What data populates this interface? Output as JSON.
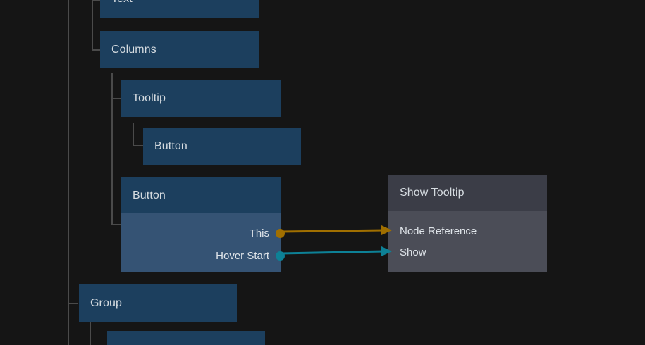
{
  "canvas": {
    "background": "#151515",
    "tree_line_color": "#4a4a4a"
  },
  "palette": {
    "blue_header": "#1c3f5e",
    "blue_body": "#355374",
    "gray_header": "#3b3d47",
    "gray_body": "#4b4d57",
    "wire_orange": "#a06f00",
    "wire_teal": "#0d8196",
    "label_text": "#d5dbe0"
  },
  "nodes": [
    {
      "id": "text",
      "title": "Text"
    },
    {
      "id": "columns",
      "title": "Columns"
    },
    {
      "id": "tooltip",
      "title": "Tooltip"
    },
    {
      "id": "button_nested",
      "title": "Button"
    },
    {
      "id": "button_ports",
      "title": "Button"
    },
    {
      "id": "show_tooltip",
      "title": "Show Tooltip"
    },
    {
      "id": "group",
      "title": "Group"
    },
    {
      "id": "bottom_node",
      "title": ""
    }
  ],
  "button_ports": {
    "title": "Button",
    "outputs": [
      {
        "name": "This",
        "color": "#a06f00"
      },
      {
        "name": "Hover Start",
        "color": "#0d8196"
      }
    ]
  },
  "show_tooltip": {
    "title": "Show Tooltip",
    "inputs": [
      {
        "name": "Node Reference",
        "color": "#a06f00"
      },
      {
        "name": "Show",
        "color": "#0d8196"
      }
    ]
  },
  "connections": [
    {
      "from": "Button.This",
      "to": "Show Tooltip.Node Reference",
      "color": "#a06f00"
    },
    {
      "from": "Button.Hover Start",
      "to": "Show Tooltip.Show",
      "color": "#0d8196"
    }
  ]
}
